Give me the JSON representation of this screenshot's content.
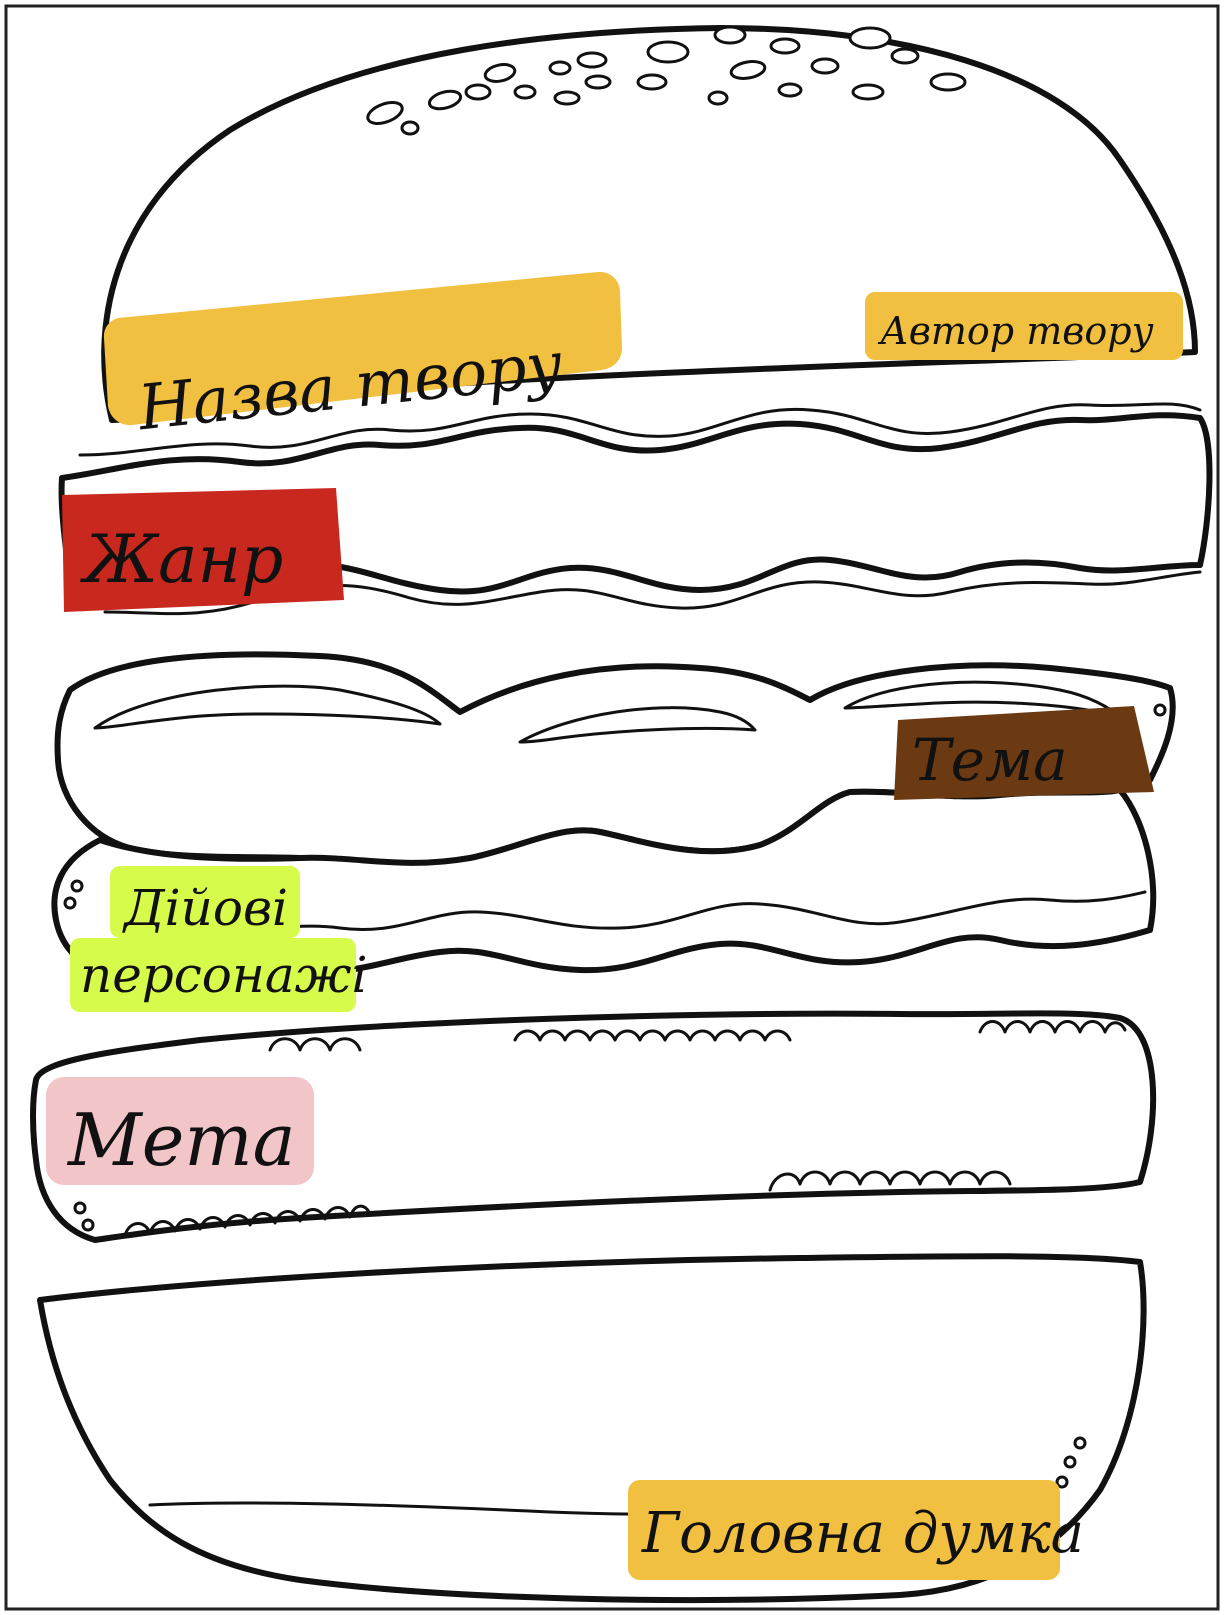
{
  "labels": {
    "title": "Назва твору",
    "author": "Автор твору",
    "genre": "Жанр",
    "theme": "Тема",
    "characters_line1": "Дійові",
    "characters_line2": "персонажі",
    "goal": "Мета",
    "main_idea": "Головна думка"
  },
  "colors": {
    "title": "#f1c040",
    "author": "#f1c040",
    "genre": "#c8281e",
    "theme": "#6b3a12",
    "characters": "#d7fb4a",
    "goal": "#f2c6c8",
    "main_idea": "#f1c040"
  }
}
